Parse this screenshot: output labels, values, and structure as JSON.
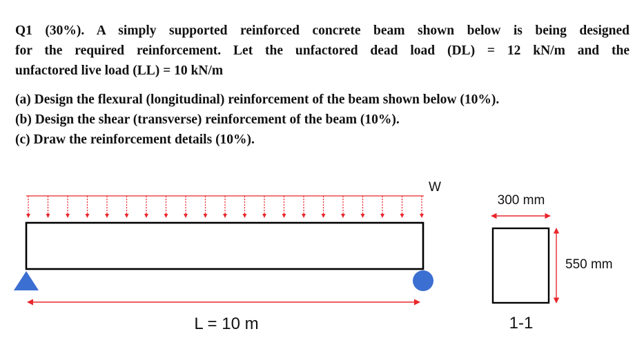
{
  "question": {
    "lines": [
      "Q1 (30%). A simply supported reinforced concrete beam shown below is being designed",
      "for the required reinforcement. Let the unfactored dead load (DL) = 12 kN/m and the",
      "unfactored live load (LL) = 10 kN/m"
    ],
    "parts": [
      "(a) Design the flexural (longitudinal) reinforcement of the beam shown below (10%).",
      "(b) Design the shear (transverse) reinforcement of the beam (10%).",
      "(c) Draw the reinforcement details (10%)."
    ]
  },
  "figure": {
    "load_label": "W",
    "span_label": "L = 10 m",
    "width_label": "300 mm",
    "depth_label": "550 mm",
    "section_label": "1-1",
    "load_arrow_count": 21,
    "colors": {
      "load": "#e8262b",
      "support": "#3b6fd1",
      "dimension": "#e8262b",
      "outline": "#000000"
    }
  }
}
